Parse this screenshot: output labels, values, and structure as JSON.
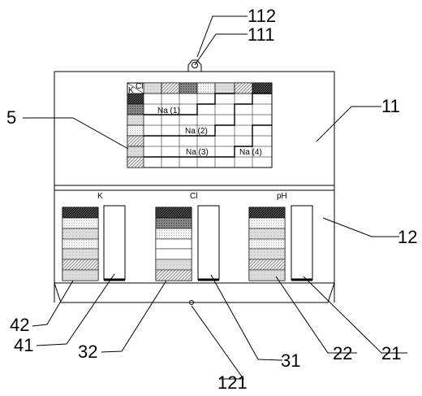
{
  "labels": {
    "n112": "112",
    "n111": "111",
    "n5": "5",
    "n11": "11",
    "n12": "12",
    "n42": "42",
    "n41": "41",
    "n32": "32",
    "n121": "121",
    "n31": "31",
    "n22": "22",
    "n21": "21"
  },
  "chart": {
    "corner_k": "K",
    "corner_cl": "Cl",
    "na1": "Na (1)",
    "na2": "Na (2)",
    "na3": "Na (3)",
    "na4": "Na (4)"
  },
  "strips": {
    "k": "K",
    "cl": "Cl",
    "ph": "pH"
  },
  "colors": {
    "line": "#000000",
    "background": "#ffffff"
  }
}
